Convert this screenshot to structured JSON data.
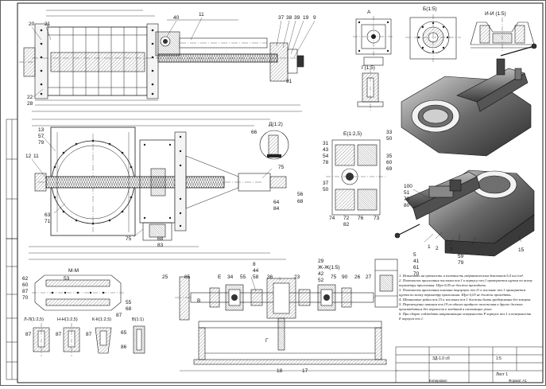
{
  "sections": {
    "A": "А",
    "B15": "Б(1:5)",
    "II15": "И-И (1:5)",
    "G": "Г(1:5)",
    "D": "Д(1:2)",
    "E": "Е(1:2,5)",
    "MM": "М-М",
    "ZhZh": "Ж-Ж(1:5)",
    "LL": "Л-Л(1:2,5)",
    "NN": "Н-Н(1:2,5)",
    "KK": "К-К(1:2,5)",
    "V": "В(1:1)"
  },
  "callouts": {
    "top_left": [
      "20",
      "21"
    ],
    "top_mid": [
      "40",
      "11"
    ],
    "top_right": [
      "37",
      "38",
      "39",
      "19",
      "9"
    ],
    "top_right_low": "91",
    "left_low": [
      "22",
      "28"
    ],
    "front_left_top": [
      "13",
      "57",
      "79"
    ],
    "front_left_mid": [
      "12",
      "11"
    ],
    "front_left_low": [
      "63",
      "71"
    ],
    "front_bottom": [
      "75",
      "68",
      "83"
    ],
    "d_detail": "66",
    "front_right": [
      "75",
      "56",
      "68"
    ],
    "front_right_b": [
      "64",
      "84"
    ],
    "e_detail_r": [
      "33",
      "50"
    ],
    "e_detail_l": [
      "31",
      "43",
      "54",
      "78"
    ],
    "e_detail_r2": [
      "35",
      "60",
      "69"
    ],
    "e_detail_l2": [
      "37",
      "50"
    ],
    "e_detail_b": [
      "74",
      "72",
      "82",
      "76",
      "73"
    ],
    "iso": [
      "100",
      "51",
      "70",
      "80",
      "1",
      "2",
      "7",
      "59",
      "79",
      "15",
      "5",
      "41",
      "61",
      "70"
    ],
    "mm": [
      "53",
      "62",
      "87",
      "60",
      "70"
    ],
    "mm_low": [
      "55",
      "68",
      "87"
    ],
    "zh_top": [
      "8",
      "44",
      "58",
      "29",
      "42",
      "52"
    ],
    "zh_row": [
      "25",
      "85",
      "34",
      "55",
      "36",
      "23",
      "75",
      "90",
      "26",
      "27"
    ],
    "zh_bottom": [
      "18",
      "17"
    ],
    "zh_letters": [
      "В",
      "Е",
      "Г"
    ],
    "ll": "87",
    "nn": "87",
    "kk": "87",
    "v": [
      "65",
      "86"
    ]
  },
  "notes": [
    "1. Испытать на прочность и плотность гидравлическим давлением 6,5 кгс/см².",
    "2. Плотность прилегания заслонки поз.1 к корпусу поз.1 проверяется щупом по всему периметру прилегания. Щуп 0,05 не должен проходить.",
    "3. Плотность прилегания клапана торцевую поз.11 к заслонке поз.1 проверяется щупом по всему периметру прилегания. Щуп 0,03 не должен проходить.",
    "4. Штанговые рейки поз.15 и заслонки поз.1 должны быть граберованы без зазоров.",
    "5. Перемещение штанги поз.19 из одного крайнего положения в другое должно производиться без перекосов и заеданий в скользящих узлах.",
    "6. При сборке соблюдать направляющие поверхности Р корпуса поз.1 и поверхности Е корпуса поз.1."
  ],
  "title_block": {
    "doc_code": "ЗД-1.0 сб",
    "scale": "1:5",
    "sheet_label": "Лист 1",
    "format_label": "Формат А1",
    "footer_left": "Копировал"
  }
}
